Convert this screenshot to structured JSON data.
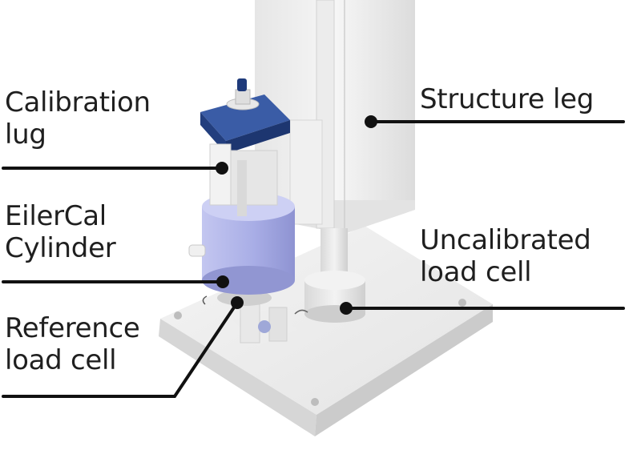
{
  "labels": {
    "calibration_lug": "Calibration\nlug",
    "eilercal_cylinder": "EilerCal\nCylinder",
    "reference_load_cell": "Reference\nload cell",
    "structure_leg": "Structure leg",
    "uncalibrated_load_cell": "Uncalibrated\nload cell"
  },
  "colors": {
    "lug_blue": "#2b4a8e",
    "cylinder_lavender": "#aeb2e6",
    "structure_white": "#f2f2f2",
    "leader_line": "#111111"
  }
}
